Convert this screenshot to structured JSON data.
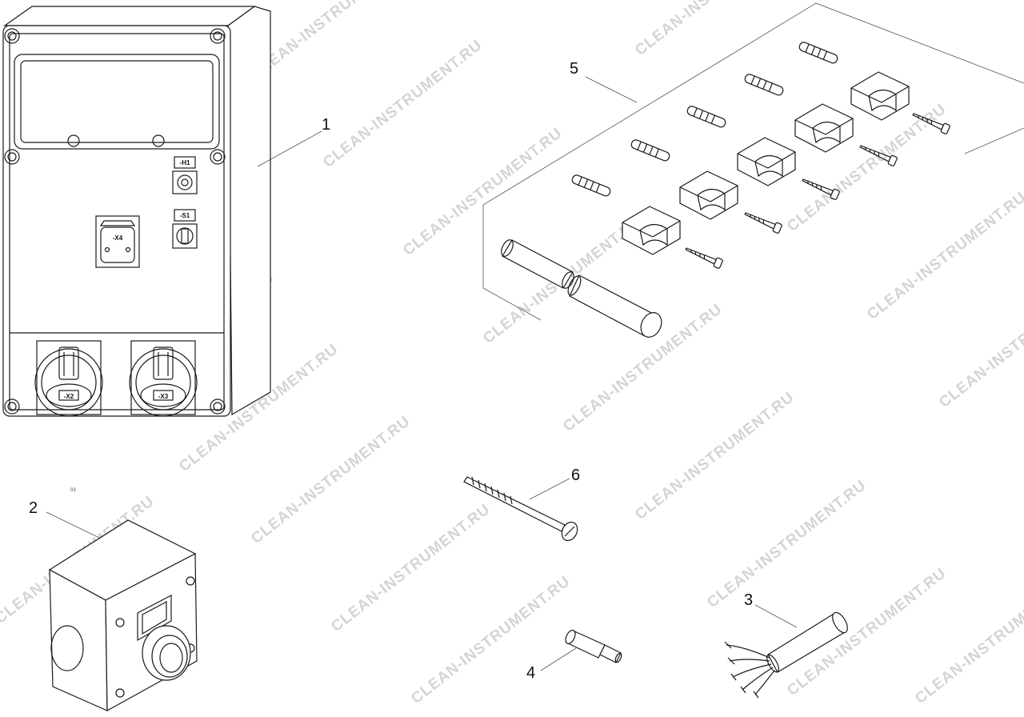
{
  "watermark": "CLEAN-INSTRUMENT.RU",
  "callouts": [
    "1",
    "2",
    "3",
    "4",
    "5",
    "6"
  ],
  "tags": {
    "h1": "-H1",
    "s1": "-S1",
    "x4": "-X4",
    "x2": "-X2",
    "x3": "-X3"
  },
  "small_mark": "03"
}
